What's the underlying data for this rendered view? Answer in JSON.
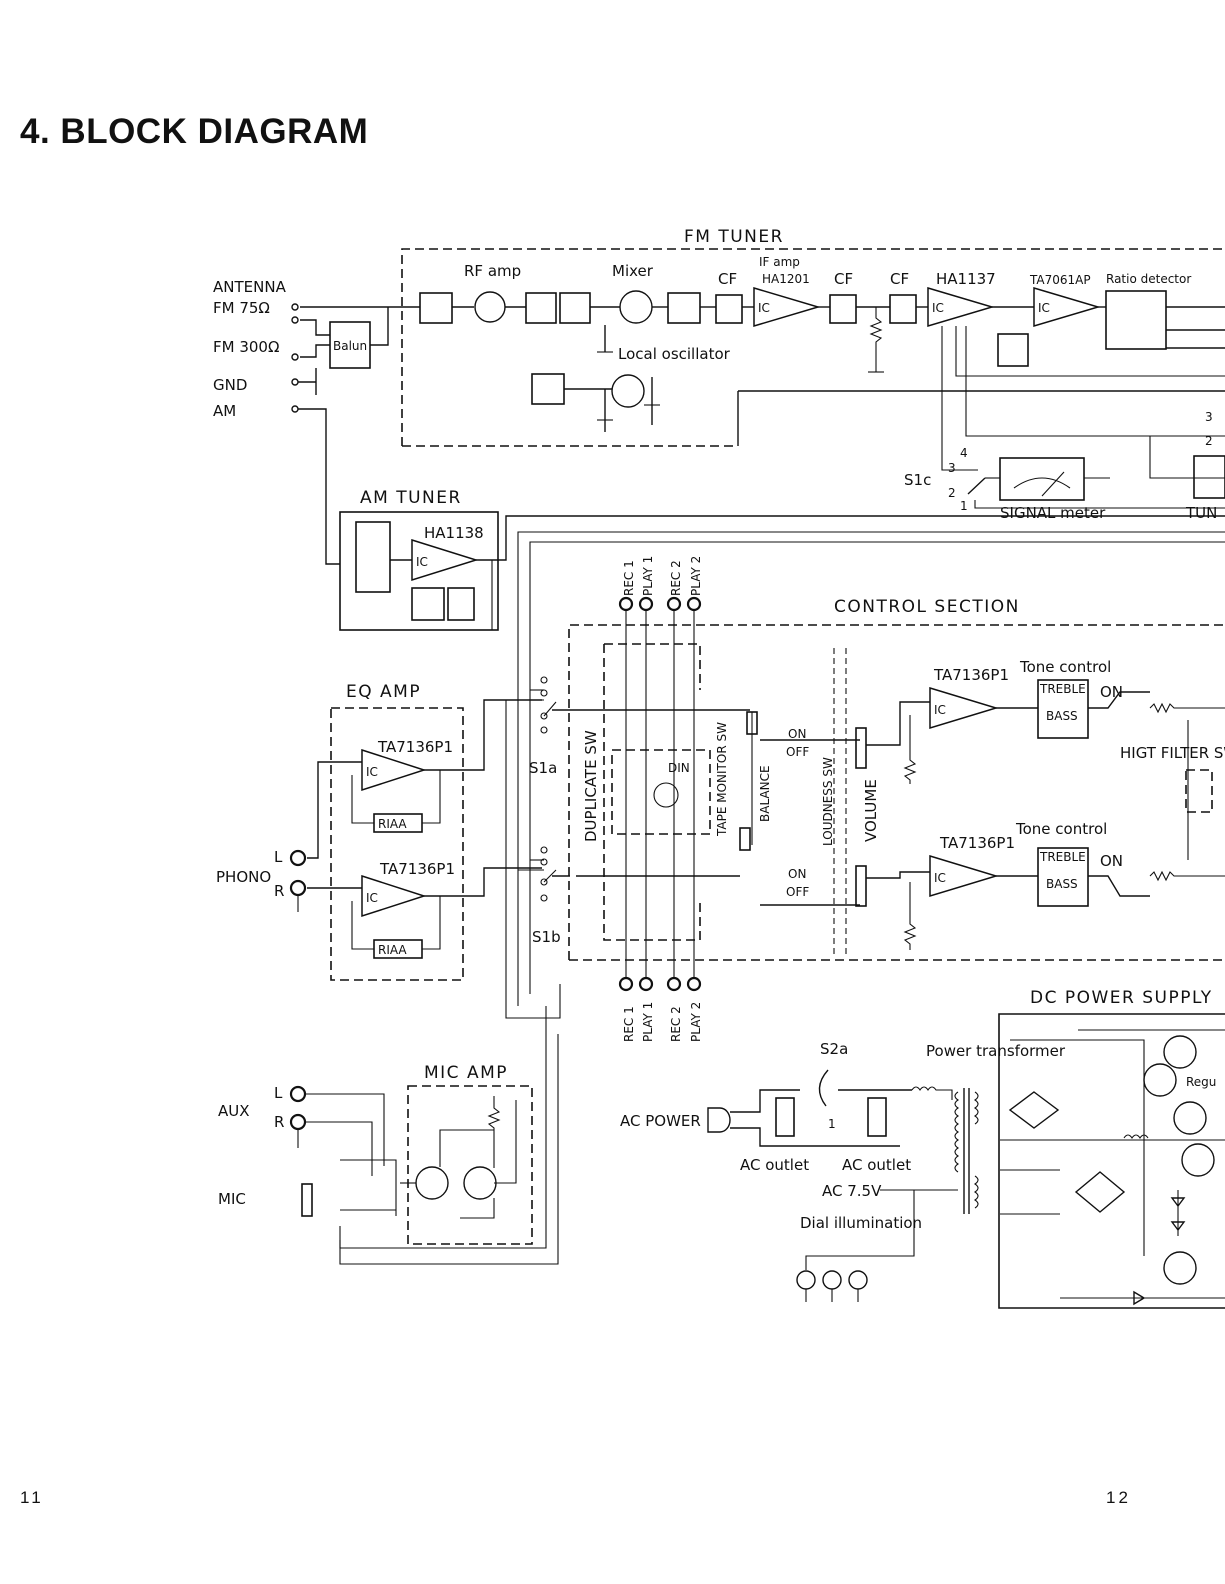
{
  "page": {
    "title": "4. BLOCK DIAGRAM",
    "page_left": "11",
    "page_right": "12"
  },
  "inputs": {
    "antenna": "ANTENNA",
    "fm75": "FM 75Ω",
    "fm300": "FM 300Ω",
    "gnd": "GND",
    "am": "AM",
    "phono": "PHONO",
    "aux": "AUX",
    "mic": "MIC",
    "l": "L",
    "r": "R"
  },
  "fm_tuner": {
    "title": "FM TUNER",
    "rf_amp": "RF amp",
    "mixer": "Mixer",
    "cf": "CF",
    "if_amp": "IF amp",
    "ha1201": "HA1201",
    "ha1137": "HA1137",
    "ta7061ap": "TA7061AP",
    "ratio_detector": "Ratio detector",
    "local_oscillator": "Local oscillator",
    "balun": "Balun",
    "ic": "IC"
  },
  "am_tuner": {
    "title": "AM TUNER",
    "ha1138": "HA1138",
    "ic": "IC"
  },
  "meter": {
    "s1c": "S1c",
    "signal": "SIGNAL meter",
    "tun": "TUN",
    "n1": "1",
    "n2": "2",
    "n3": "3",
    "n4": "4"
  },
  "eq_amp": {
    "title": "EQ AMP",
    "ic_part": "TA7136P1",
    "riaa": "RIAA",
    "ic": "IC"
  },
  "mic_amp": {
    "title": "MIC AMP"
  },
  "tape": {
    "rec1": "REC 1",
    "play1": "PLAY 1",
    "rec2": "REC 2",
    "play2": "PLAY 2",
    "s1a": "S1a",
    "s1b": "S1b",
    "din": "DIN"
  },
  "control": {
    "title": "CONTROL SECTION",
    "ic_part": "TA7136P1",
    "tone": "Tone control",
    "treble": "TREBLE",
    "bass": "BASS",
    "on": "ON",
    "off": "OFF",
    "high_filter": "HIGT FILTER SW",
    "duplicate": "DUPLICATE SW",
    "tape_monitor": "TAPE MONITOR SW",
    "balance": "BALANCE",
    "loudness": "LOUDNESS SW",
    "volume": "VOLUME",
    "ic": "IC"
  },
  "power": {
    "title": "DC POWER SUPPLY",
    "s2a": "S2a",
    "transformer": "Power transformer",
    "ac_power": "AC POWER",
    "ac_outlet_1": "AC outlet",
    "ac_outlet_2": "AC outlet",
    "ac75": "AC 7.5V",
    "dial": "Dial illumination",
    "regulator": "Regu",
    "one": "1"
  }
}
